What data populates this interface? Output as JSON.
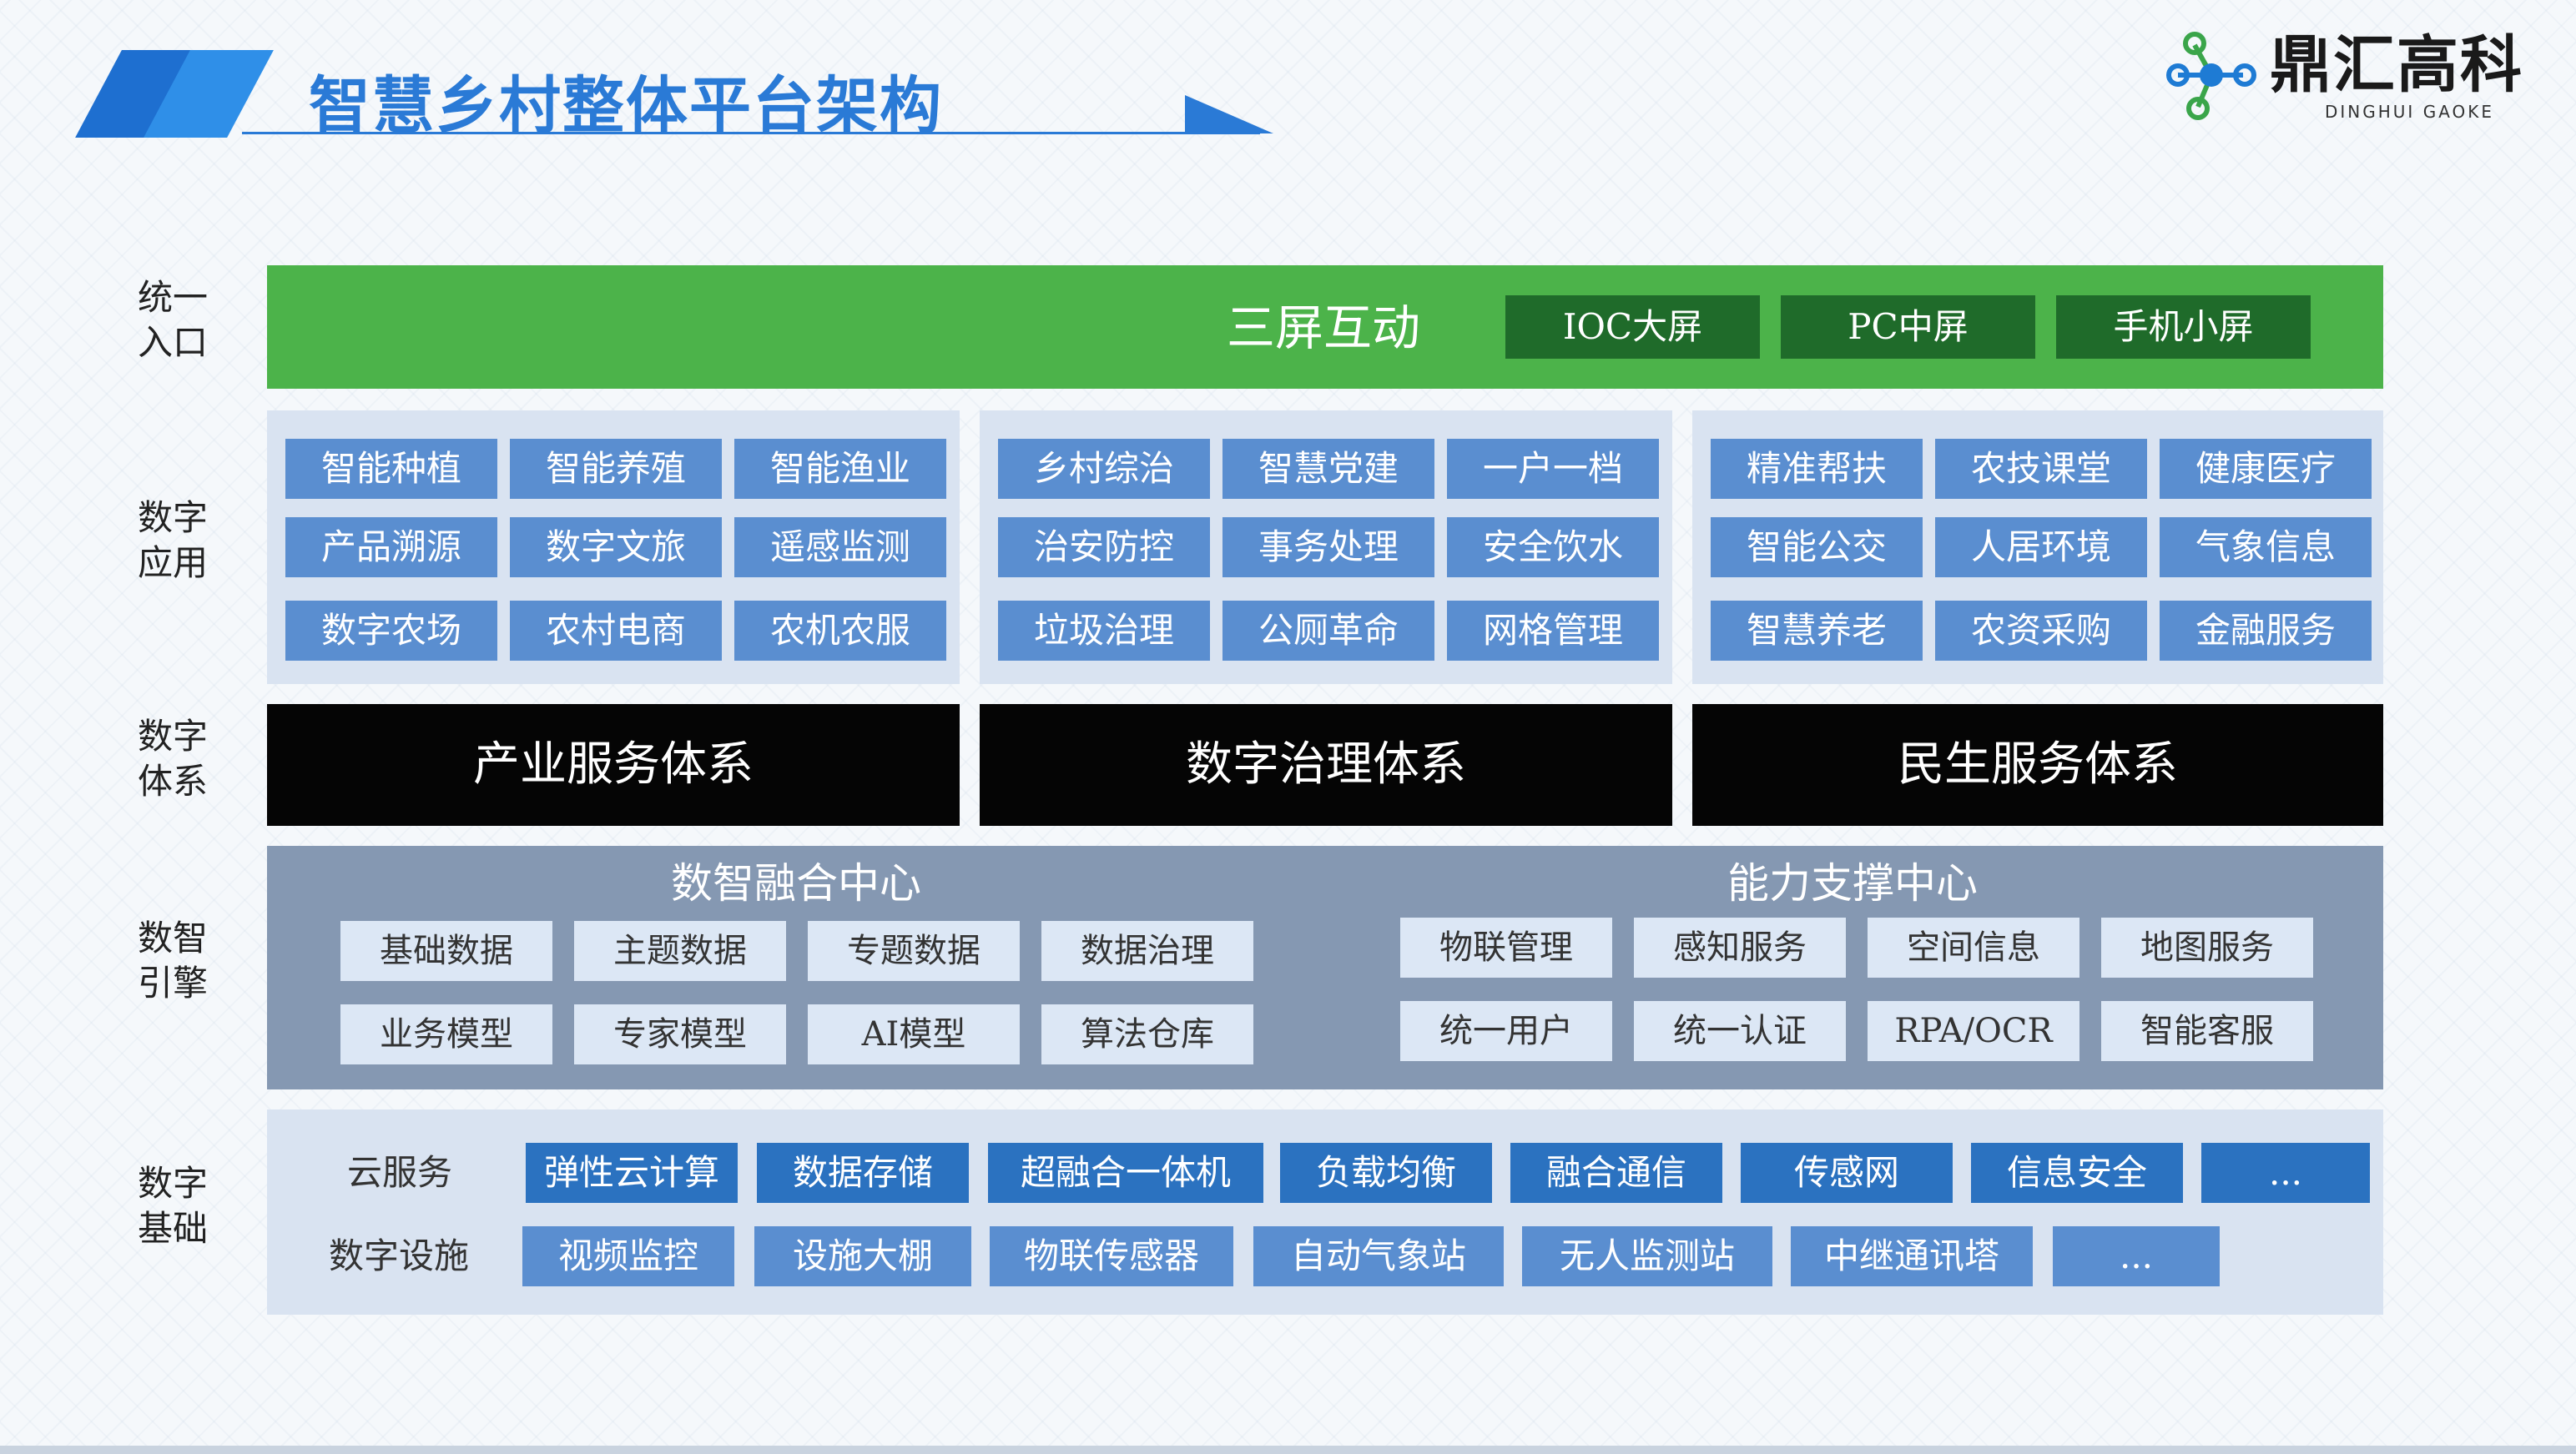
{
  "header": {
    "title": "智慧乡村整体平台架构"
  },
  "logo": {
    "name": "鼎汇高科",
    "sub": "DINGHUI GAOKE"
  },
  "layers": {
    "entry": "统一\n入口",
    "apps": "数字\n应用",
    "system": "数字\n体系",
    "engine": "数智\n引擎",
    "foundation": "数字\n基础"
  },
  "entry": {
    "title": "三屏互动",
    "screens": [
      "IOC大屏",
      "PC中屏",
      "手机小屏"
    ]
  },
  "apps": {
    "groups": [
      [
        "智能种植",
        "智能养殖",
        "智能渔业",
        "产品溯源",
        "数字文旅",
        "遥感监测",
        "数字农场",
        "农村电商",
        "农机农服"
      ],
      [
        "乡村综治",
        "智慧党建",
        "一户一档",
        "治安防控",
        "事务处理",
        "安全饮水",
        "垃圾治理",
        "公厕革命",
        "网格管理"
      ],
      [
        "精准帮扶",
        "农技课堂",
        "健康医疗",
        "智能公交",
        "人居环境",
        "气象信息",
        "智慧养老",
        "农资采购",
        "金融服务"
      ]
    ]
  },
  "systems": [
    "产业服务体系",
    "数字治理体系",
    "民生服务体系"
  ],
  "engine": {
    "left_title": "数智融合中心",
    "left_items": [
      "基础数据",
      "主题数据",
      "专题数据",
      "数据治理",
      "业务模型",
      "专家模型",
      "AI模型",
      "算法仓库"
    ],
    "right_title": "能力支撑中心",
    "right_items": [
      "物联管理",
      "感知服务",
      "空间信息",
      "地图服务",
      "统一用户",
      "统一认证",
      "RPA/OCR",
      "智能客服"
    ]
  },
  "foundation": {
    "cloud_label": "云服务",
    "cloud_items": [
      "弹性云计算",
      "数据存储",
      "超融合一体机",
      "负载均衡",
      "融合通信",
      "传感网",
      "信息安全",
      "..."
    ],
    "infra_label": "数字设施",
    "infra_items": [
      "视频监控",
      "设施大棚",
      "物联传感器",
      "自动气象站",
      "无人监测站",
      "中继通讯塔",
      "..."
    ]
  }
}
